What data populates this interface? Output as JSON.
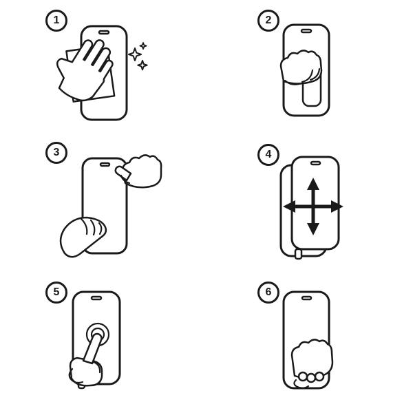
{
  "page": {
    "background": "#ffffff",
    "line_color": "#1a1a1a"
  },
  "steps": [
    {
      "number": "1",
      "icon": "clean-screen-hand-wipe-icon"
    },
    {
      "number": "2",
      "icon": "peel-backing-film-grab-icon"
    },
    {
      "number": "3",
      "icon": "pinch-corner-hold-phone-icon"
    },
    {
      "number": "4",
      "icon": "align-protector-arrows-icon"
    },
    {
      "number": "5",
      "icon": "press-center-finger-icon"
    },
    {
      "number": "6",
      "icon": "smooth-press-hand-icon"
    }
  ]
}
